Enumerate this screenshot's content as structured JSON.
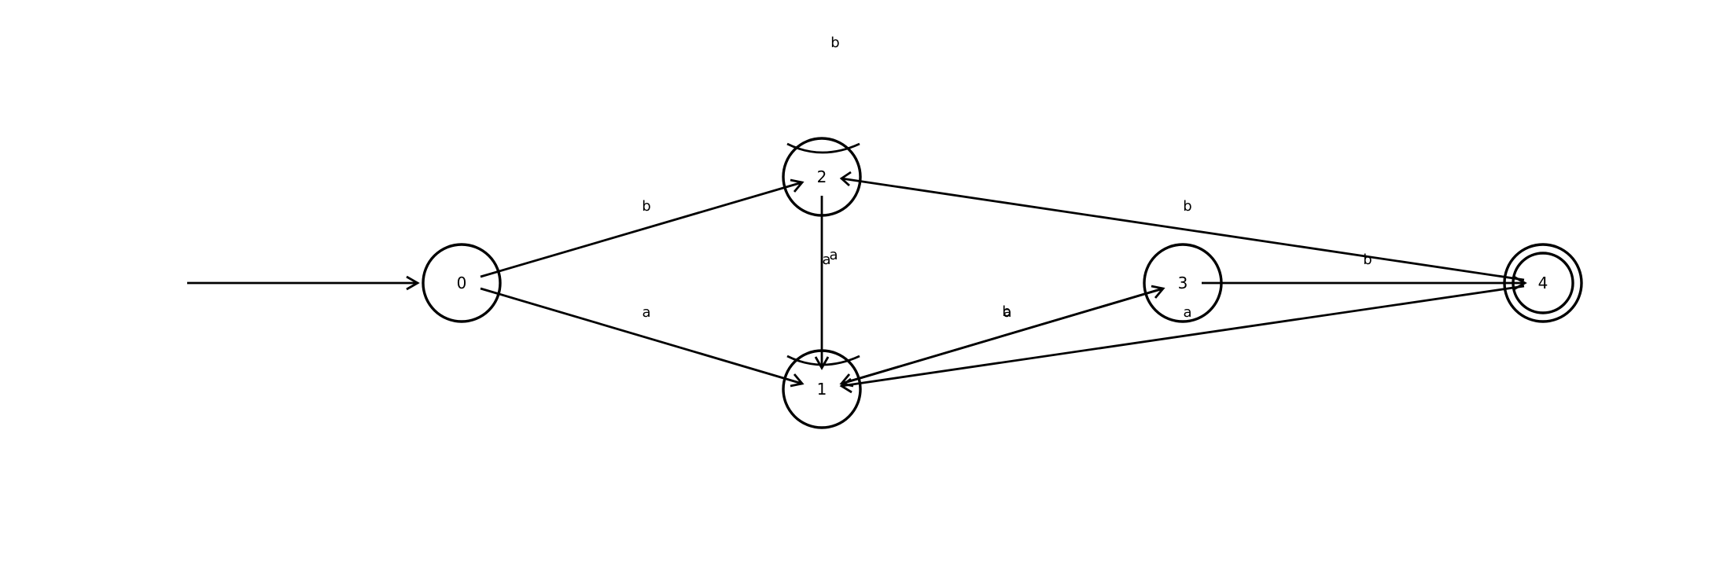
{
  "automaton": {
    "start_state": "0",
    "accept_states": [
      "4"
    ],
    "states": [
      {
        "id": "0",
        "label": "0"
      },
      {
        "id": "1",
        "label": "1"
      },
      {
        "id": "2",
        "label": "2"
      },
      {
        "id": "3",
        "label": "3"
      },
      {
        "id": "4",
        "label": "4"
      }
    ],
    "transitions": [
      {
        "from": "0",
        "to": "2",
        "label": "b"
      },
      {
        "from": "0",
        "to": "1",
        "label": "a"
      },
      {
        "from": "2",
        "to": "2",
        "label": "b"
      },
      {
        "from": "2",
        "to": "1",
        "label": "a"
      },
      {
        "from": "1",
        "to": "1",
        "label": "a"
      },
      {
        "from": "1",
        "to": "3",
        "label": "b"
      },
      {
        "from": "3",
        "to": "1",
        "label": "a"
      },
      {
        "from": "3",
        "to": "4",
        "label": "b"
      },
      {
        "from": "4",
        "to": "2",
        "label": "b"
      },
      {
        "from": "4",
        "to": "1",
        "label": "a"
      }
    ]
  }
}
